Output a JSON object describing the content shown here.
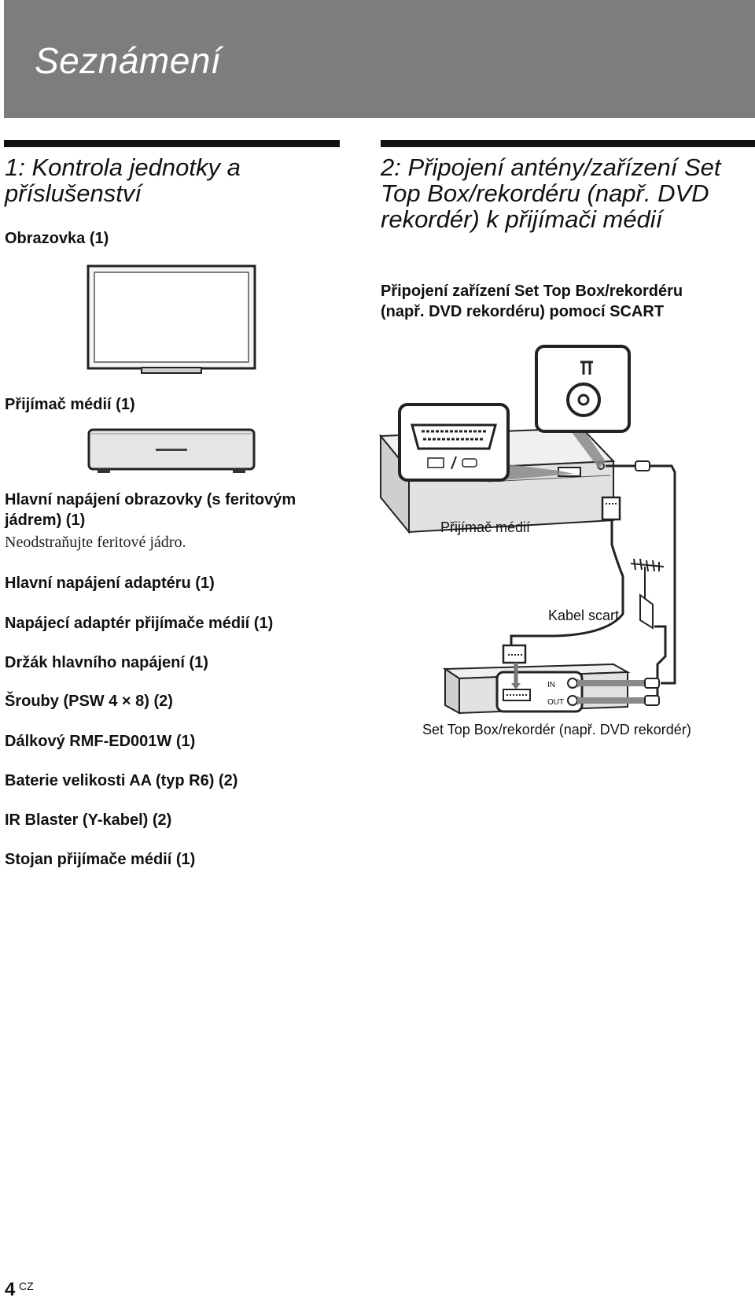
{
  "header": {
    "title": "Seznámení"
  },
  "left": {
    "heading": "1: Kontrola jednotky a příslušenství",
    "items": {
      "display": "Obrazovka (1)",
      "receiver": "Přijímač médií (1)",
      "power_cord": "Hlavní napájení obrazovky (s feritovým jádrem) (1)",
      "power_cord_note": "Neodstraňujte feritové jádro.",
      "adapter_cord": "Hlavní napájení adaptéru (1)",
      "adapter": "Napájecí adaptér přijímače médií (1)",
      "holder": "Držák hlavního napájení (1)",
      "screws": "Šrouby (PSW 4 × 8) (2)",
      "remote": "Dálkový RMF-ED001W (1)",
      "batteries": "Baterie velikosti AA (typ R6) (2)",
      "ir_blaster": "IR Blaster (Y-kabel) (2)",
      "stand": "Stojan přijímače médií (1)"
    }
  },
  "right": {
    "heading": "2: Připojení antény/zařízení Set Top Box/rekordéru (např. DVD rekordér) k přijímači médií",
    "subheading": "Připojení zařízení Set Top Box/rekordéru (např. DVD rekordéru) pomocí SCART",
    "diagram": {
      "receiver_label": "Přijímač médií",
      "cable_label": "Kabel scart",
      "device_label": "Set Top Box/rekordér (např. DVD rekordér)",
      "in_label": "IN",
      "out_label": "OUT"
    }
  },
  "footer": {
    "page": "4",
    "lang": "CZ"
  }
}
